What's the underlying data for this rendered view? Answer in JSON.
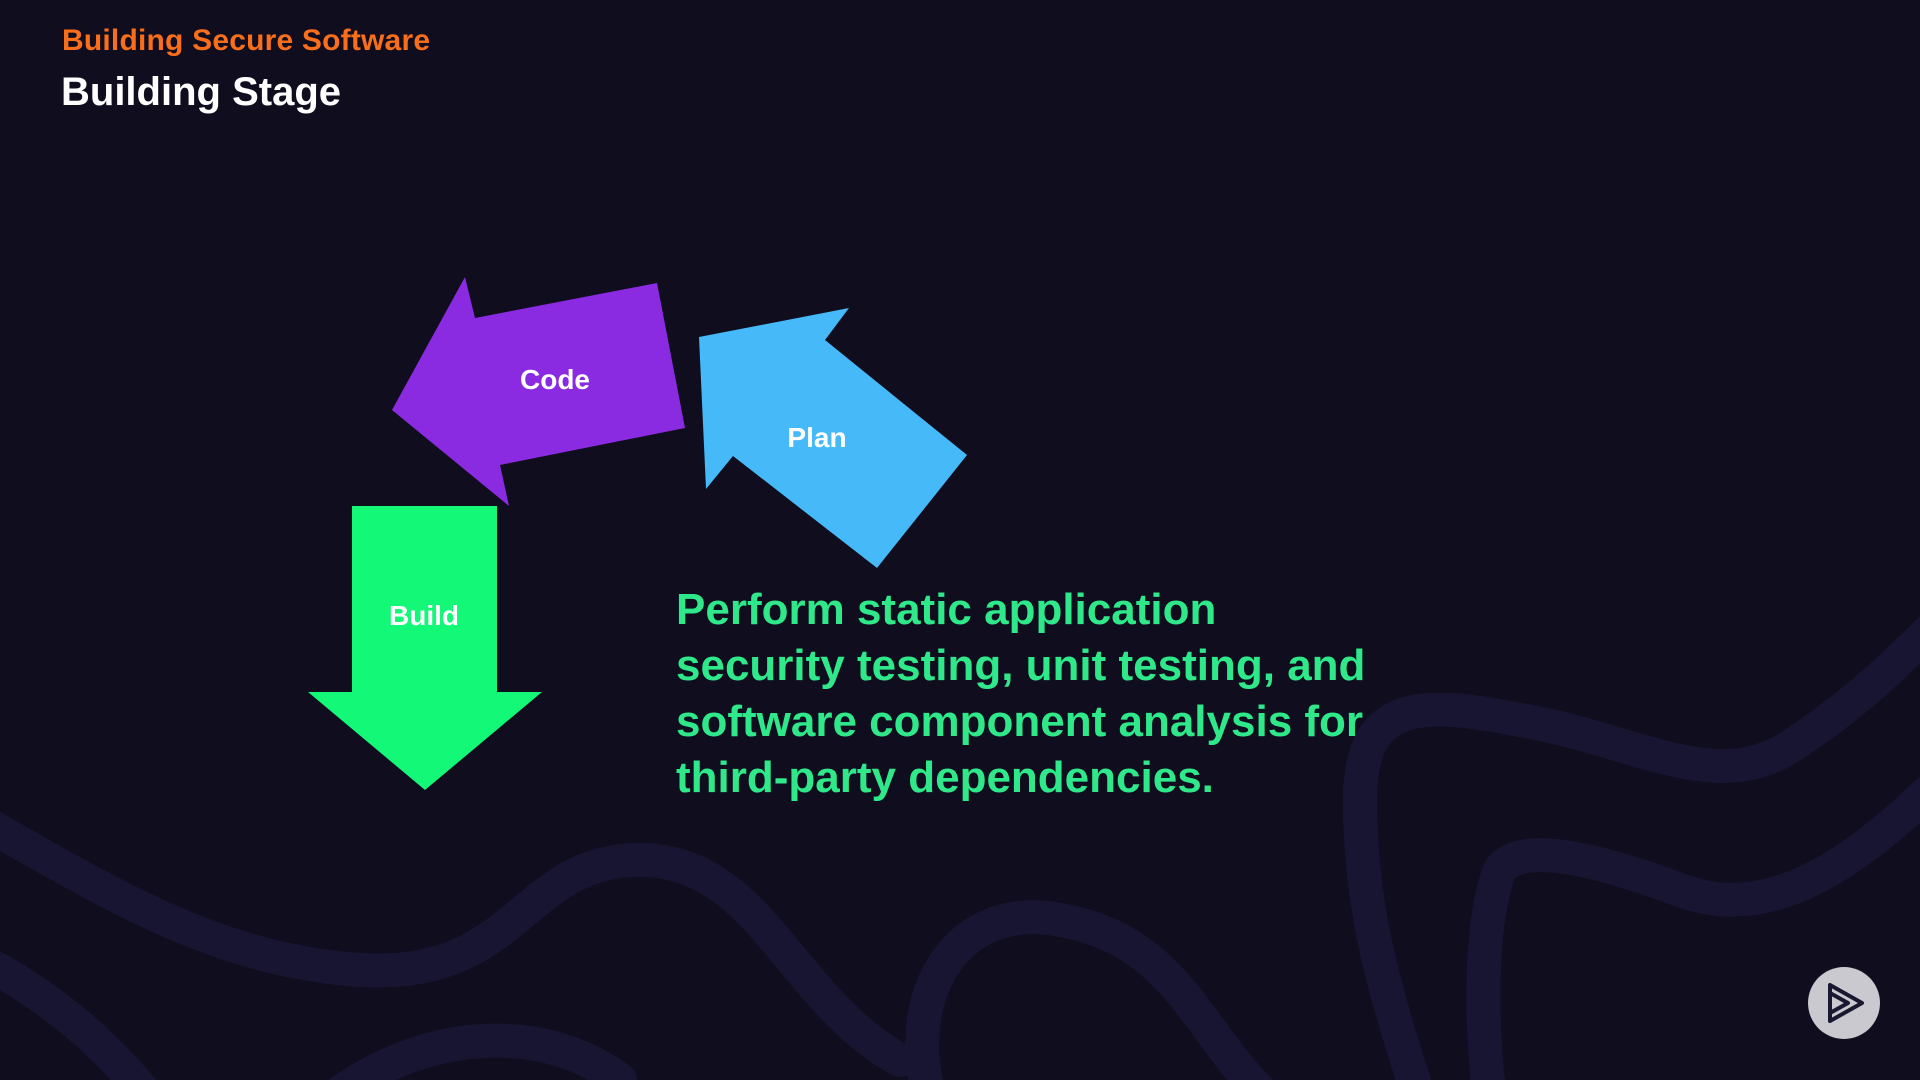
{
  "header": {
    "course_title": "Building Secure Software",
    "module_title": "Building Stage"
  },
  "diagram": {
    "arrows": [
      {
        "label": "Code",
        "color": "#8a2be2"
      },
      {
        "label": "Plan",
        "color": "#46b9f8"
      },
      {
        "label": "Build",
        "color": "#14f878"
      }
    ]
  },
  "body": {
    "description": "Perform static application security testing, unit testing, and software component analysis for third-party dependencies."
  },
  "controls": {
    "player_icon": "play-logo-icon"
  },
  "colors": {
    "background": "#100d1f",
    "accent_orange": "#f96e1a",
    "text_green": "#2ee88a"
  }
}
